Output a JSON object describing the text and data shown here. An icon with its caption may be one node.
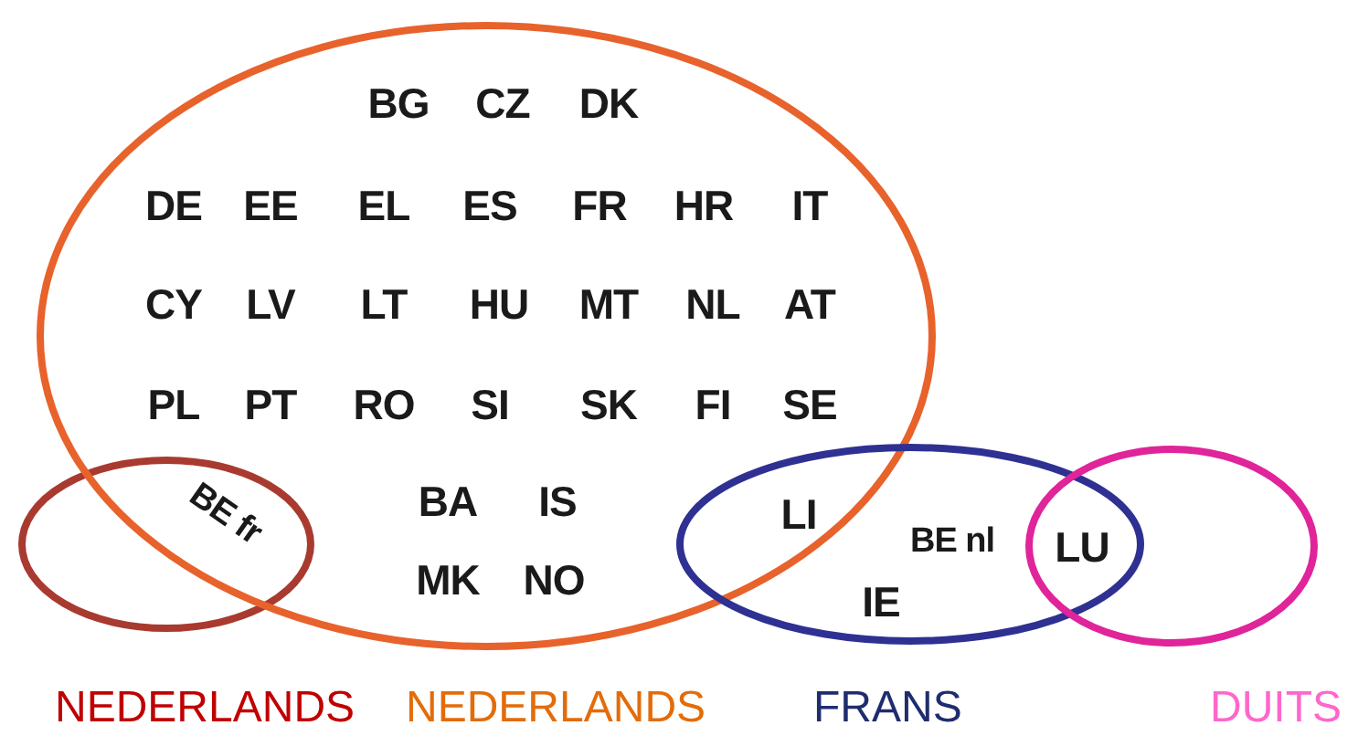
{
  "diagram": {
    "nodes": [
      {
        "text": [],
        "shape": "ellipse",
        "beside": [
          "NEDERLANDS"
        ]
      },
      {
        "text": [],
        "shape": "ellipse",
        "beside": [
          "NEDERLANDS"
        ]
      },
      {
        "text": [],
        "shape": "ellipse",
        "beside": [
          "FRANS"
        ]
      },
      {
        "text": [],
        "shape": "ellipse",
        "beside": [
          "DUITS"
        ]
      }
    ],
    "labels": [
      "BG",
      "CZ",
      "DK",
      "DE",
      "EE",
      "EL",
      "ES",
      "FR",
      "HR",
      "IT",
      "CY",
      "LV",
      "LT",
      "HU",
      "MT",
      "NL",
      "AT",
      "PL",
      "PT",
      "RO",
      "SI",
      "SK",
      "FI",
      "SE",
      "BE fr",
      "BA",
      "IS",
      "MK",
      "NO",
      "LI",
      "BE nl",
      "IE",
      "LU"
    ]
  }
}
